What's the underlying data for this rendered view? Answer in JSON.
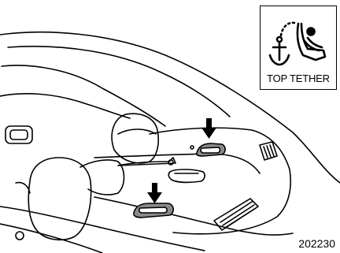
{
  "icon_label": "TOP TETHER",
  "icon_symbol": "anchor-child-seat-icon",
  "figure_number": "202230",
  "arrow_count": 2,
  "colors": {
    "line": "#000000",
    "anchor_fill": "#8a8a8a",
    "background": "#ffffff"
  }
}
